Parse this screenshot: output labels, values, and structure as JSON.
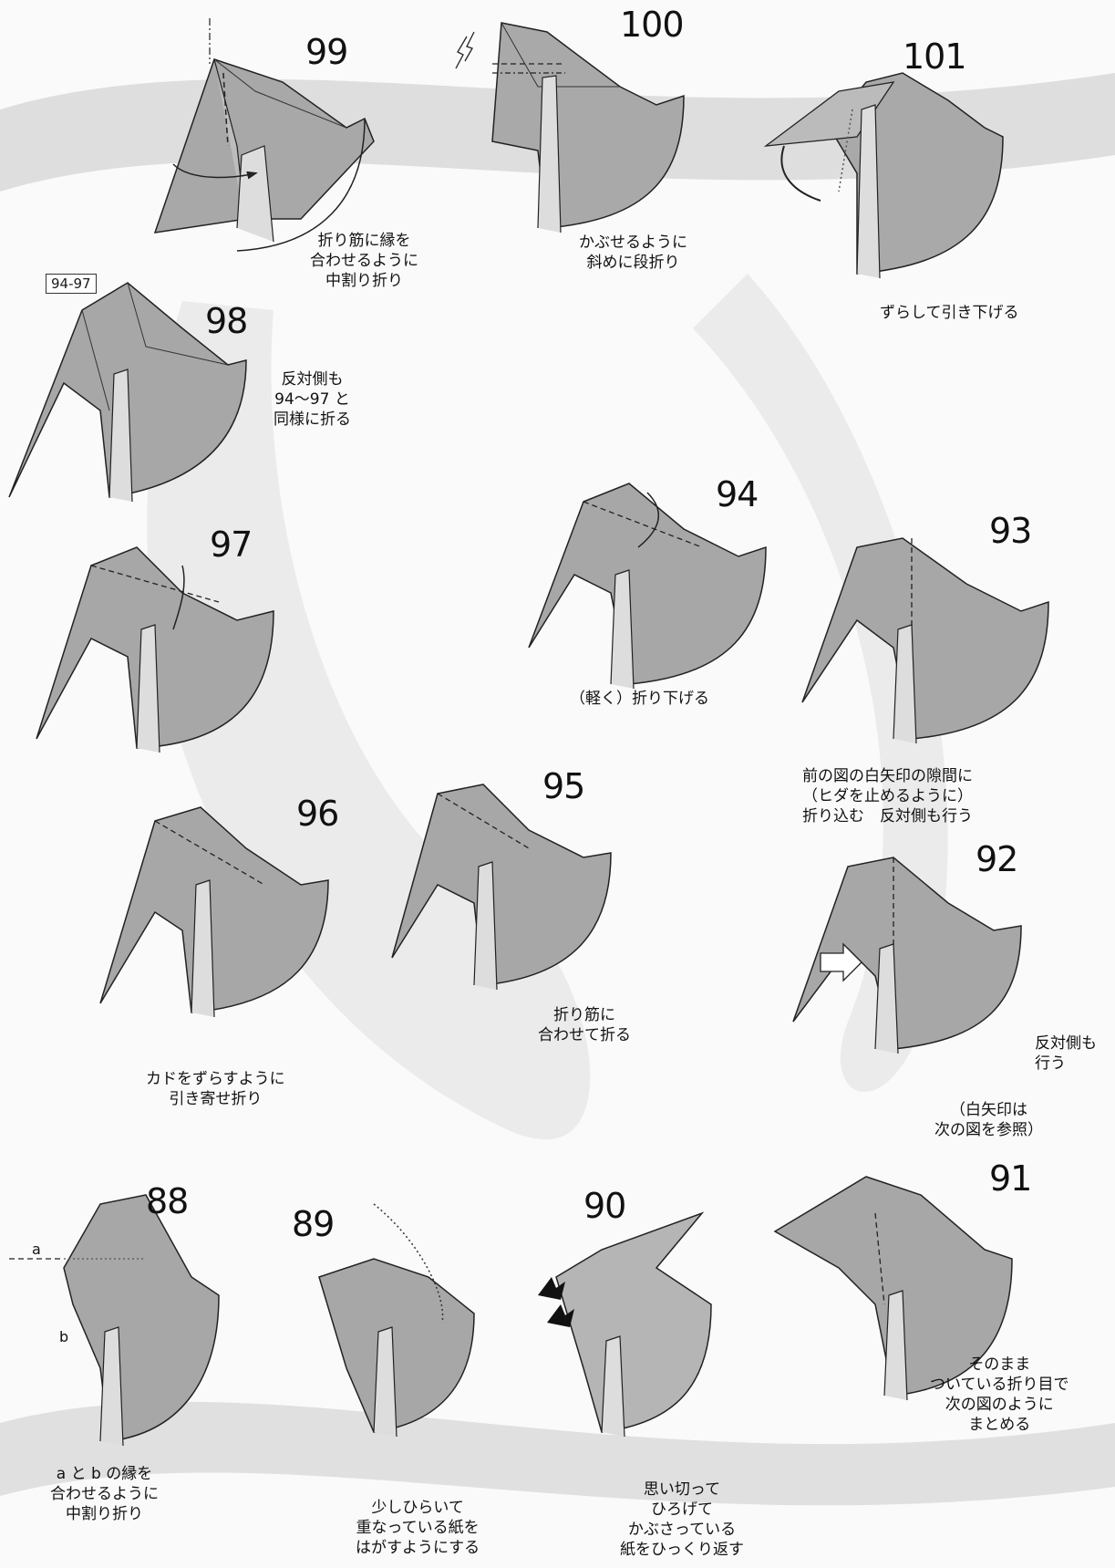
{
  "steps": [
    {
      "id": "99",
      "caption": "折り筋に縁を\n合わせるように\n中割り折り"
    },
    {
      "id": "100",
      "caption": "かぶせるように\n斜めに段折り"
    },
    {
      "id": "101",
      "caption": "ずらして引き下げる"
    },
    {
      "id": "98",
      "ref": "94-97",
      "caption": "反対側も\n94〜97 と\n同様に折る"
    },
    {
      "id": "97",
      "caption": ""
    },
    {
      "id": "94",
      "caption": "（軽く）折り下げる"
    },
    {
      "id": "93",
      "caption": "前の図の白矢印の隙間に\n（ヒダを止めるように）\n折り込む　反対側も行う"
    },
    {
      "id": "96",
      "caption": "カドをずらすように\n引き寄せ折り"
    },
    {
      "id": "95",
      "caption": "折り筋に\n合わせて折る"
    },
    {
      "id": "92",
      "caption": "反対側も\n行う",
      "note": "（白矢印は\n次の図を参照）"
    },
    {
      "id": "88",
      "caption": "a と b の縁を\n合わせるように\n中割り折り",
      "labels": [
        "a",
        "b"
      ]
    },
    {
      "id": "89",
      "caption": "少しひらいて\n重なっている紙を\nはがすようにする"
    },
    {
      "id": "90",
      "caption": "思い切って\nひろげて\nかぶさっている\n紙をひっくり返す"
    },
    {
      "id": "91",
      "caption": "そのまま\nついている折り目で\n次の図のように\nまとめる"
    }
  ],
  "colors": {
    "paper_dark": "#9a9a9a",
    "paper_mid": "#b4b4b4",
    "paper_light": "#cfcfcf",
    "line": "#2a2a2a",
    "band": "#c8c8c8"
  }
}
